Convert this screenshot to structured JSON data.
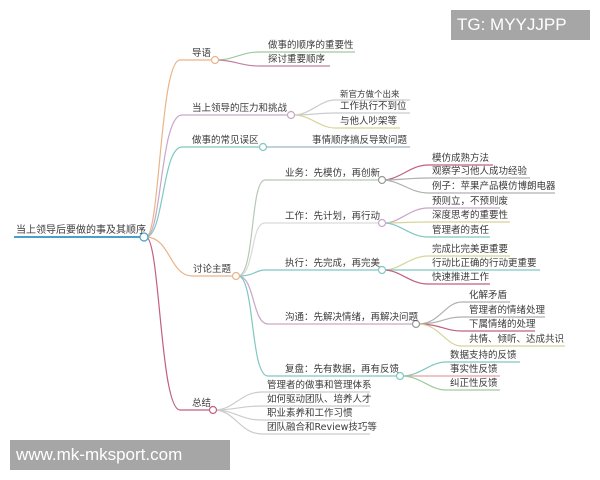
{
  "watermarks": {
    "top_right": "TG: MYYJJPP",
    "bottom_left": "www.mk-mksport.com"
  },
  "mindmap": {
    "root": "当上领导后要做的事及其顺序",
    "branches": [
      {
        "label": "导语",
        "color": "#e8b48a",
        "children": [
          {
            "label": "做事的顺序的重要性"
          },
          {
            "label": "探讨重要顺序"
          }
        ]
      },
      {
        "label": "当上领导的压力和挑战",
        "color": "#c9a6c9",
        "children": [
          {
            "label": "新官方做个出来"
          },
          {
            "label": "工作执行不到位"
          },
          {
            "label": "与他人吵架等"
          }
        ]
      },
      {
        "label": "做事的常见误区",
        "color": "#7fc8c2",
        "children": [
          {
            "label": "事情顺序搞反导致问题"
          }
        ]
      },
      {
        "label": "讨论主题",
        "color": "#e8b48a",
        "children": [
          {
            "label": "业务：先模仿，再创新",
            "children": [
              {
                "label": "模仿成熟方法"
              },
              {
                "label": "观察学习他人成功经验"
              },
              {
                "label": "例子：苹果产品模仿博朗电器"
              }
            ]
          },
          {
            "label": "工作：先计划，再行动",
            "children": [
              {
                "label": "预则立，不预则废"
              },
              {
                "label": "深度思考的重要性"
              },
              {
                "label": "管理者的责任"
              }
            ]
          },
          {
            "label": "执行：先完成，再完美",
            "children": [
              {
                "label": "完成比完美更重要"
              },
              {
                "label": "行动比正确的行动更重要"
              },
              {
                "label": "快速推进工作"
              }
            ]
          },
          {
            "label": "沟通：先解决情绪，再解决问题",
            "children": [
              {
                "label": "化解矛盾"
              },
              {
                "label": "管理者的情绪处理"
              },
              {
                "label": "下属情绪的处理"
              },
              {
                "label": "共情、倾听、达成共识"
              }
            ]
          },
          {
            "label": "复盘：先有数据，再有反馈",
            "children": [
              {
                "label": "数据支持的反馈"
              },
              {
                "label": "事实性反馈"
              },
              {
                "label": "纠正性反馈"
              }
            ]
          }
        ]
      },
      {
        "label": "总结",
        "color": "#c06080",
        "children": [
          {
            "label": "管理者的做事和管理体系"
          },
          {
            "label": "如何驱动团队、培养人才"
          },
          {
            "label": "职业素养和工作习惯"
          },
          {
            "label": "团队融合和Review技巧等"
          }
        ]
      }
    ]
  }
}
